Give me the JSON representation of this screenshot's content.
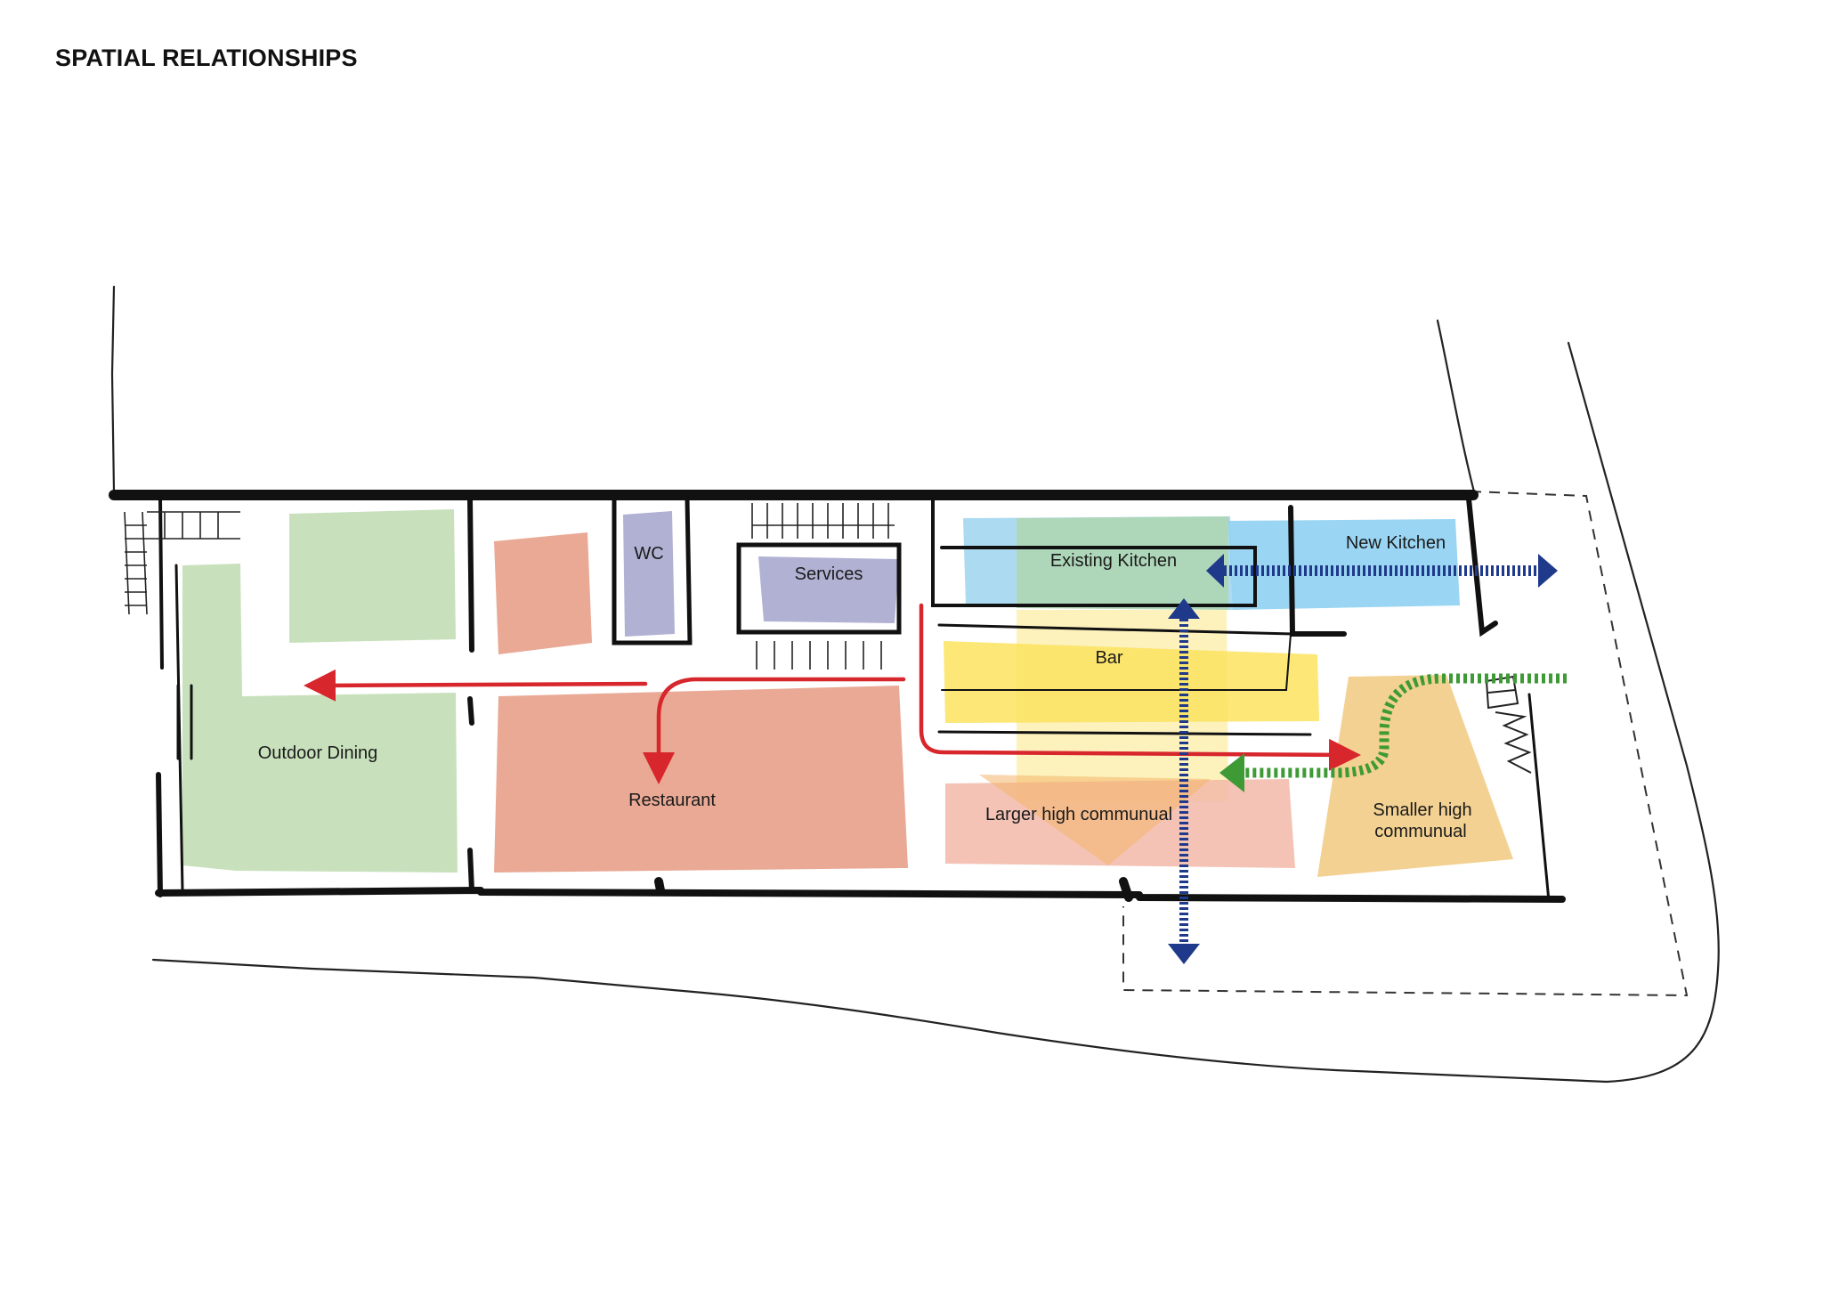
{
  "title": "SPATIAL RELATIONSHIPS",
  "zones": [
    {
      "id": "outdoor-dining",
      "label": "Outdoor Dining",
      "color": "#c5dfb8"
    },
    {
      "id": "restaurant",
      "label": "Restaurant",
      "color": "#e8a48f"
    },
    {
      "id": "wc",
      "label": "WC",
      "color": "#a9a9cf"
    },
    {
      "id": "services",
      "label": "Services",
      "color": "#a9a9cf"
    },
    {
      "id": "existing-kitchen",
      "label": "Existing Kitchen",
      "color": "#9ed3ee"
    },
    {
      "id": "new-kitchen",
      "label": "New Kitchen",
      "color": "#8fd0f2"
    },
    {
      "id": "bar",
      "label": "Bar",
      "color": "#fbe35f"
    },
    {
      "id": "larger-communal",
      "label": "Larger high communual",
      "color": "#f2b9a8"
    },
    {
      "id": "smaller-communal",
      "label_lines": [
        "Smaller high",
        "communual"
      ],
      "color": "#f2cf8c"
    }
  ],
  "arrow_colors": {
    "circulation": "#d7262c",
    "service": "#1f3a8a",
    "entry": "#3e9a35"
  }
}
